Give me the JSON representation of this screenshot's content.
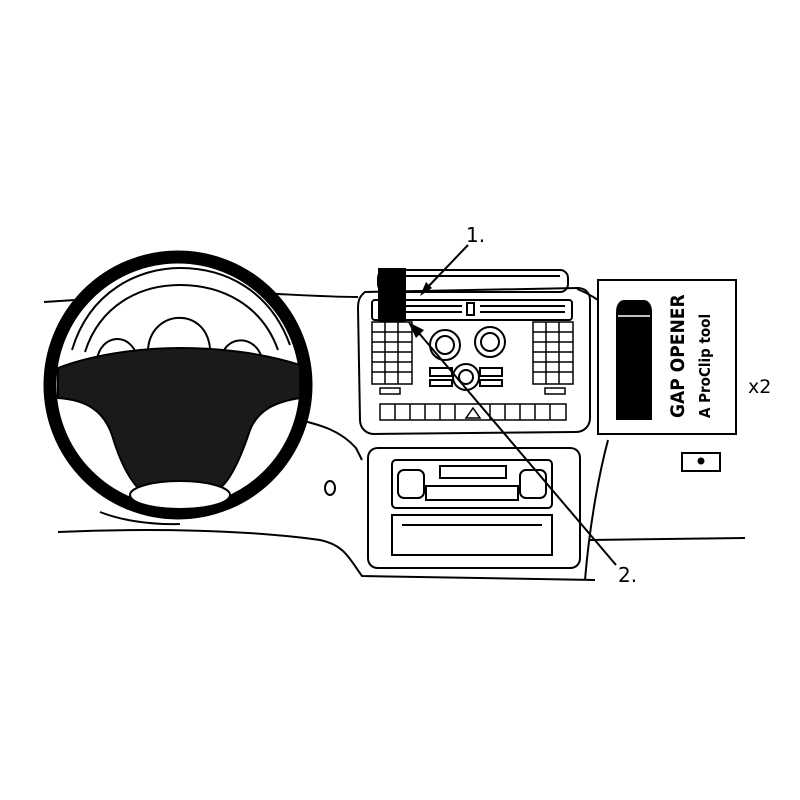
{
  "callouts": {
    "step1": "1.",
    "step2": "2."
  },
  "tool_box": {
    "title": "GAP OPENER",
    "subtitle": "A ProClip tool",
    "quantity": "x2"
  },
  "colors": {
    "ink": "#000000",
    "paper": "#ffffff"
  }
}
